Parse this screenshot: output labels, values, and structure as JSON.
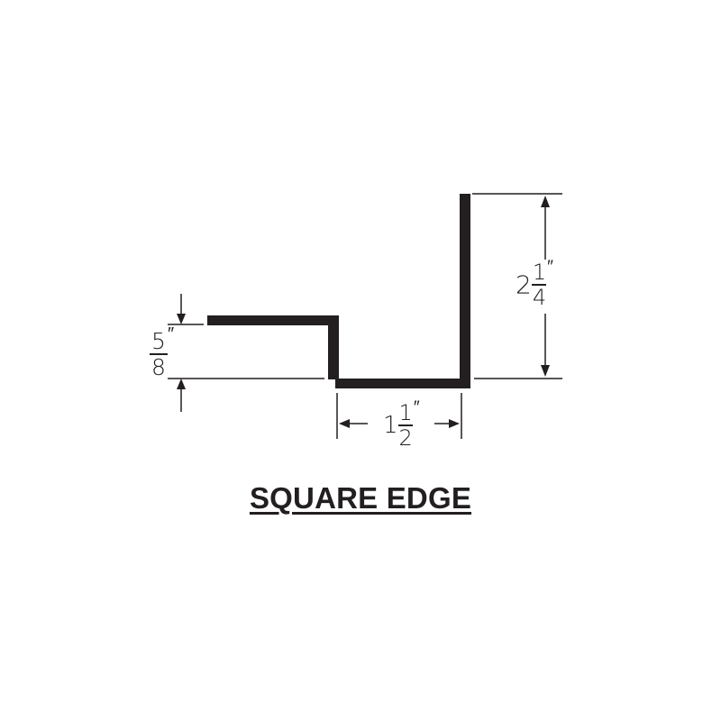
{
  "title": "SQUARE EDGE",
  "colors": {
    "profile": "#231f20",
    "dimension_lines": "#231f20",
    "background": "#ffffff"
  },
  "dimensions": {
    "height_left": {
      "whole": "",
      "numerator": "5",
      "denominator": "8",
      "unit": "″"
    },
    "width_bottom": {
      "whole": "1",
      "numerator": "1",
      "denominator": "2",
      "unit": "″"
    },
    "height_right": {
      "whole": "2",
      "numerator": "1",
      "denominator": "4",
      "unit": "″"
    }
  }
}
